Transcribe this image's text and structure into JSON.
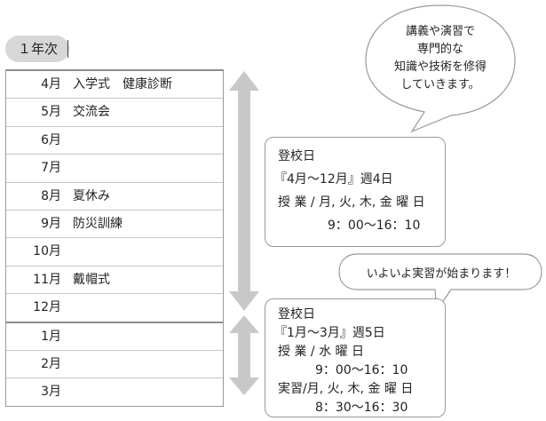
{
  "year_label": "１年次",
  "schedule": [
    {
      "month": "4月",
      "event": "入学式　健康診断"
    },
    {
      "month": "5月",
      "event": "交流会"
    },
    {
      "month": "6月",
      "event": ""
    },
    {
      "month": "7月",
      "event": ""
    },
    {
      "month": "8月",
      "event": "夏休み"
    },
    {
      "month": "9月",
      "event": "防災訓練"
    },
    {
      "month": "10月",
      "event": ""
    },
    {
      "month": "11月",
      "event": "戴帽式"
    },
    {
      "month": "12月",
      "event": ""
    },
    {
      "month": "1月",
      "event": ""
    },
    {
      "month": "2月",
      "event": ""
    },
    {
      "month": "3月",
      "event": ""
    }
  ],
  "bubble_top": {
    "lines": [
      "講義や演習で",
      "専門的な",
      "知識や技術を修得",
      "していきます。"
    ]
  },
  "bubble_middle": {
    "text": "いよいよ実習が始まります！"
  },
  "box_first": {
    "title": "登校日",
    "period": "『4月～12月』週4日",
    "days": "授 業 / 月, 火, 木, 金 曜 日",
    "time": "9：00～16：10"
  },
  "box_second": {
    "title": "登校日",
    "period": "『1月～3月』週5日",
    "days": "授 業 / 水 曜 日",
    "time": "9：00～16：10",
    "practice_days": "実習/月, 火, 木, 金 曜 日",
    "practice_time": "8：30～16：30"
  },
  "colors": {
    "arrow": "#c8c8c8",
    "badge": "#d7d7d7",
    "border": "#9a9a9a"
  }
}
